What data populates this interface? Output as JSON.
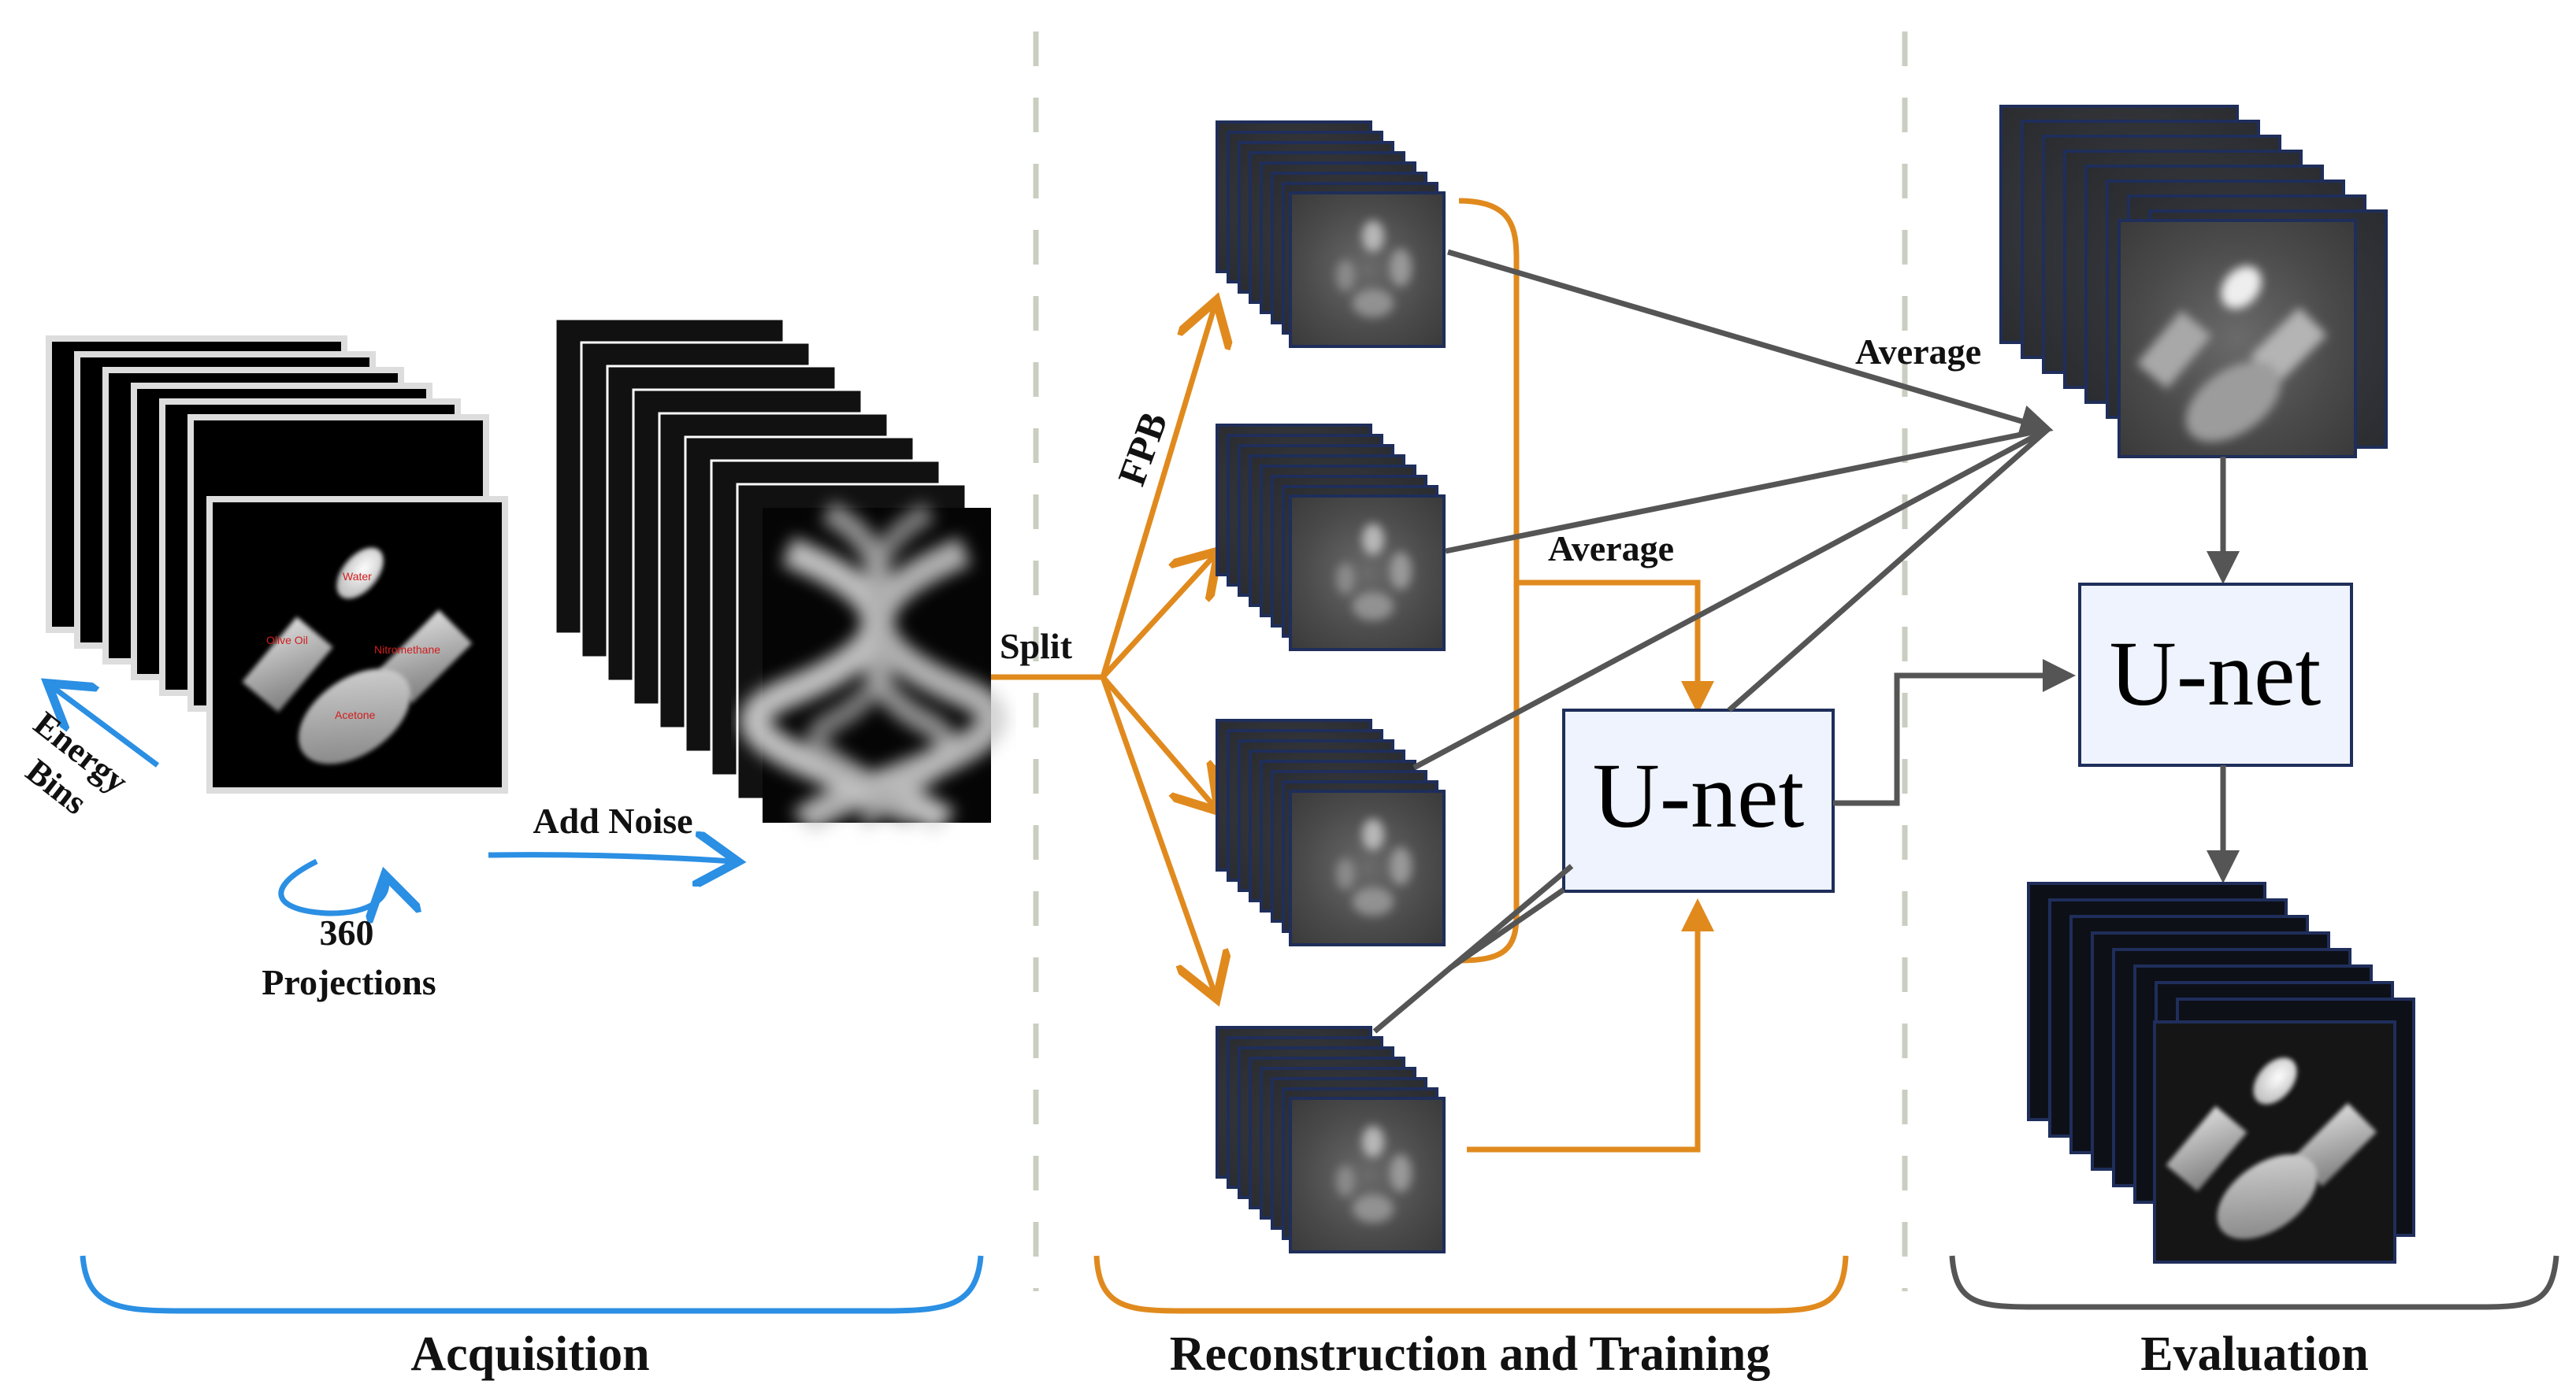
{
  "sections": {
    "acquisition": "Acquisition",
    "reconstruction": "Reconstruction and Training",
    "evaluation": "Evaluation"
  },
  "labels": {
    "energy": "Energy",
    "bins": "Bins",
    "projections_count": "360",
    "projections": "Projections",
    "add_noise": "Add Noise",
    "split": "Split",
    "fpb": "FPB",
    "average_top": "Average",
    "average_mid": "Average"
  },
  "phantom_labels": {
    "water": "Water",
    "olive_oil": "Olive Oil",
    "nitromethane": "Nitromethane",
    "acetone": "Acetone"
  },
  "unet": {
    "training": "U-net",
    "evaluation": "U-net"
  },
  "colors": {
    "blue": "#2b8fe3",
    "orange": "#e08a1e",
    "gray": "#555555",
    "navy_frame": "#1f2e5a",
    "unet_fill": "#eef3fd",
    "divider": "#c9cfc0"
  }
}
